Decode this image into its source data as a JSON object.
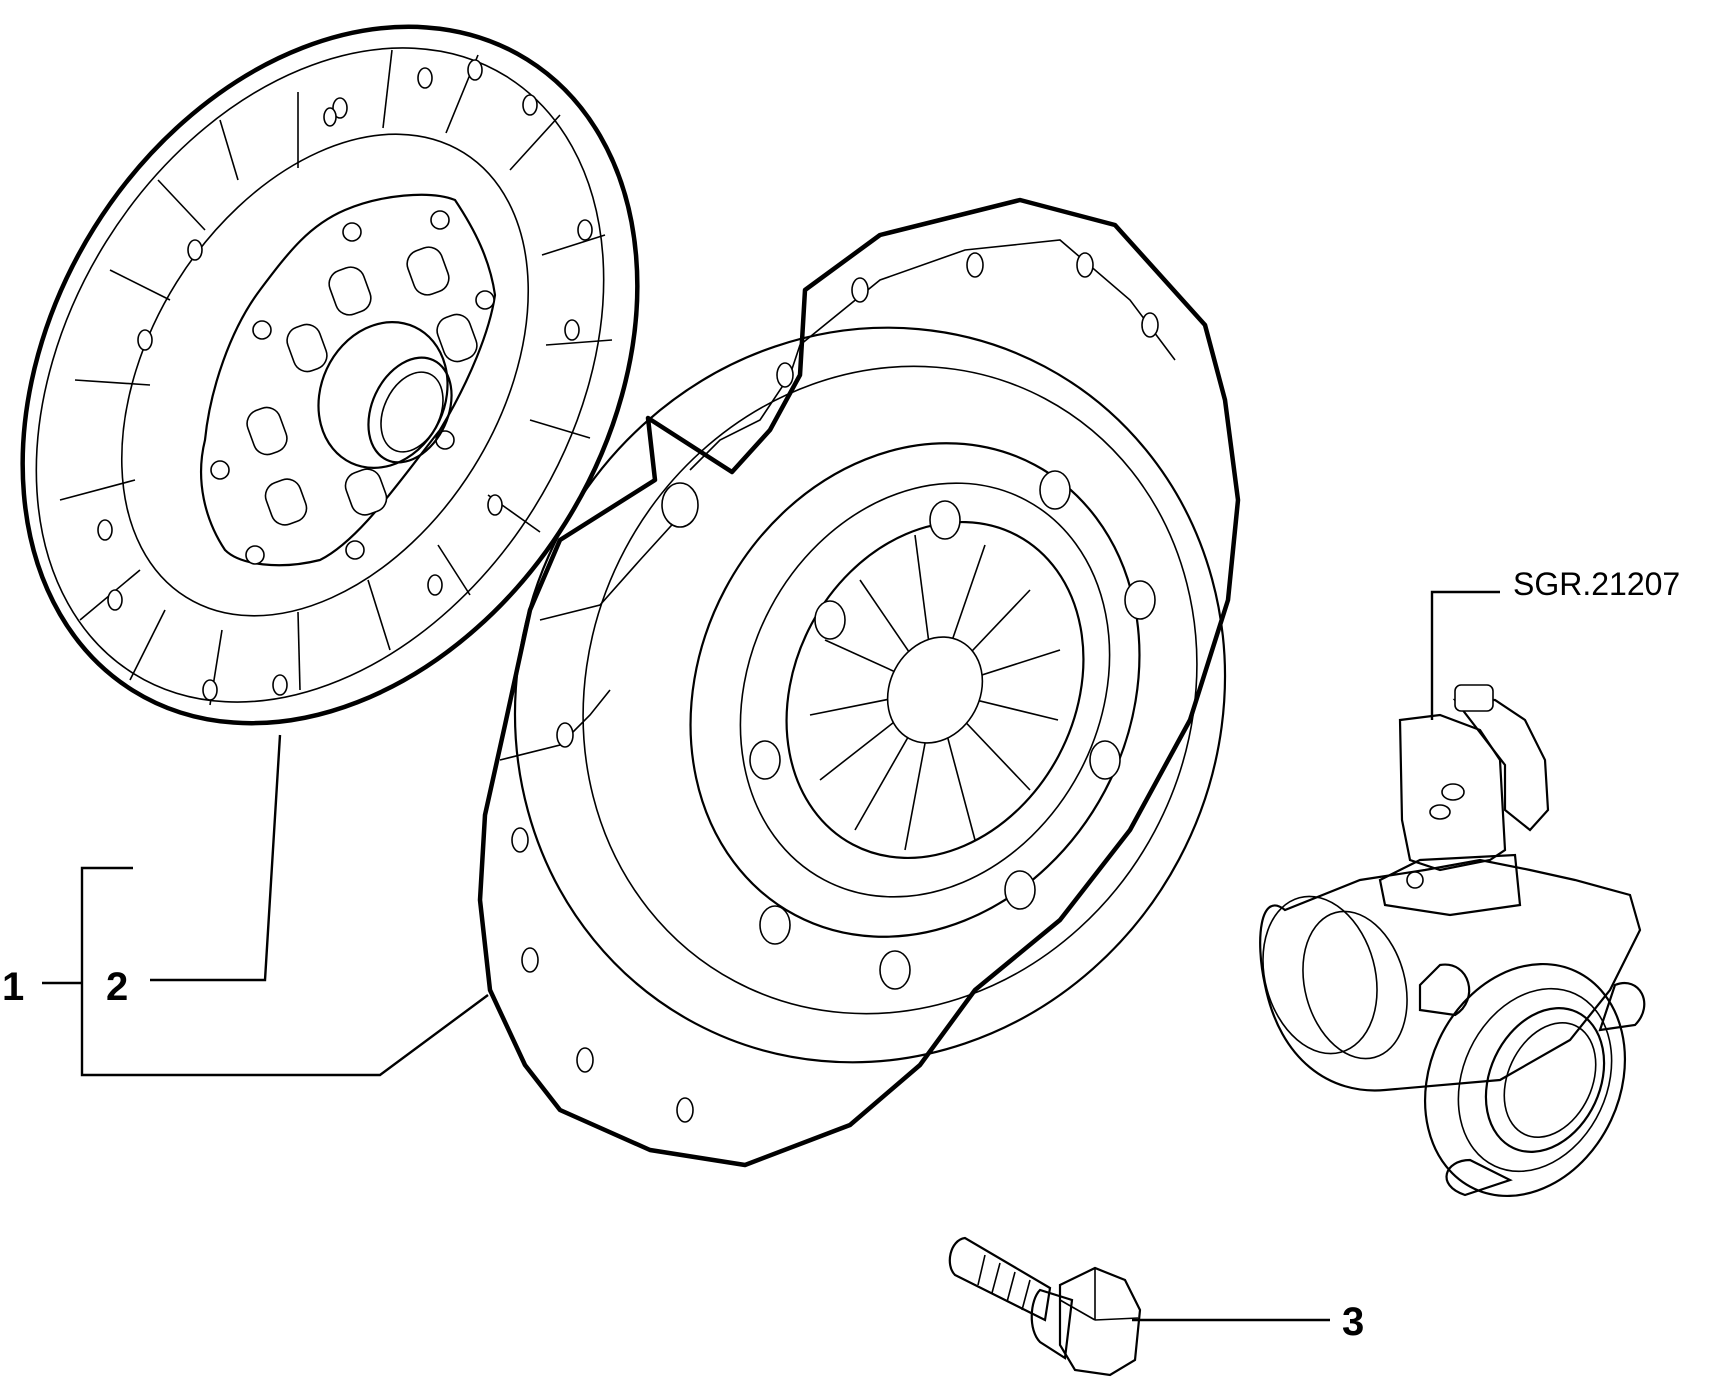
{
  "reference_code": "SGR.21207",
  "callouts": [
    {
      "id": "1",
      "text": "1"
    },
    {
      "id": "2",
      "text": "2"
    },
    {
      "id": "3",
      "text": "3"
    }
  ],
  "parts": [
    {
      "callout": "1",
      "icon": "clutch-kit"
    },
    {
      "callout": "2",
      "icon": "clutch-disc-icon"
    },
    {
      "callout": "1",
      "icon": "pressure-plate-icon"
    },
    {
      "callout": "",
      "icon": "release-bearing-icon"
    },
    {
      "callout": "3",
      "icon": "bolt-icon"
    }
  ]
}
